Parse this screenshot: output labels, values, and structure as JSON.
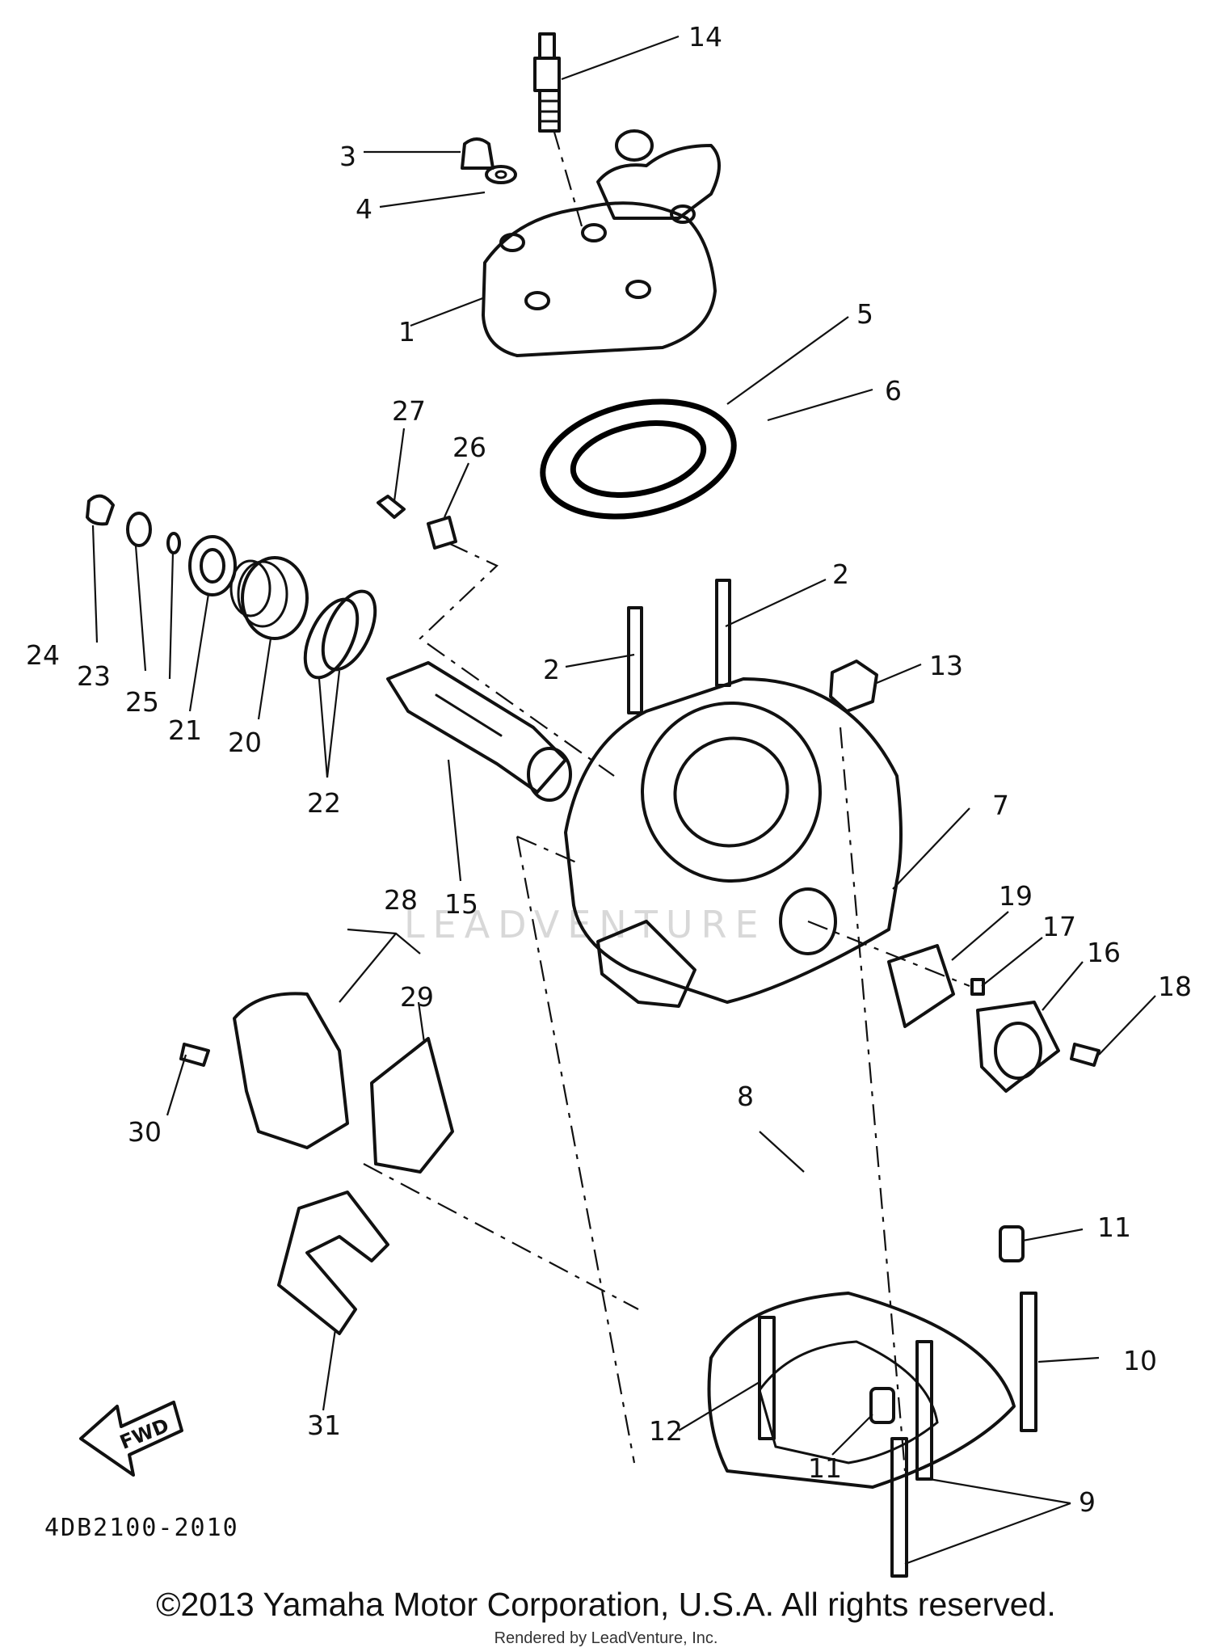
{
  "diagram": {
    "callouts": [
      "1",
      "2",
      "2",
      "3",
      "4",
      "5",
      "6",
      "7",
      "8",
      "9",
      "10",
      "11",
      "11",
      "12",
      "13",
      "14",
      "15",
      "16",
      "17",
      "18",
      "19",
      "20",
      "21",
      "22",
      "23",
      "24",
      "25",
      "26",
      "27",
      "28",
      "29",
      "30",
      "31"
    ],
    "fwd_label": "FWD",
    "catalog_code": "4DB2100-2010",
    "watermark": "LEADVENTURE"
  },
  "footer": {
    "copyright": "©2013 Yamaha Motor Corporation, U.S.A. All rights reserved.",
    "rendered_by": "Rendered by LeadVenture, Inc."
  }
}
